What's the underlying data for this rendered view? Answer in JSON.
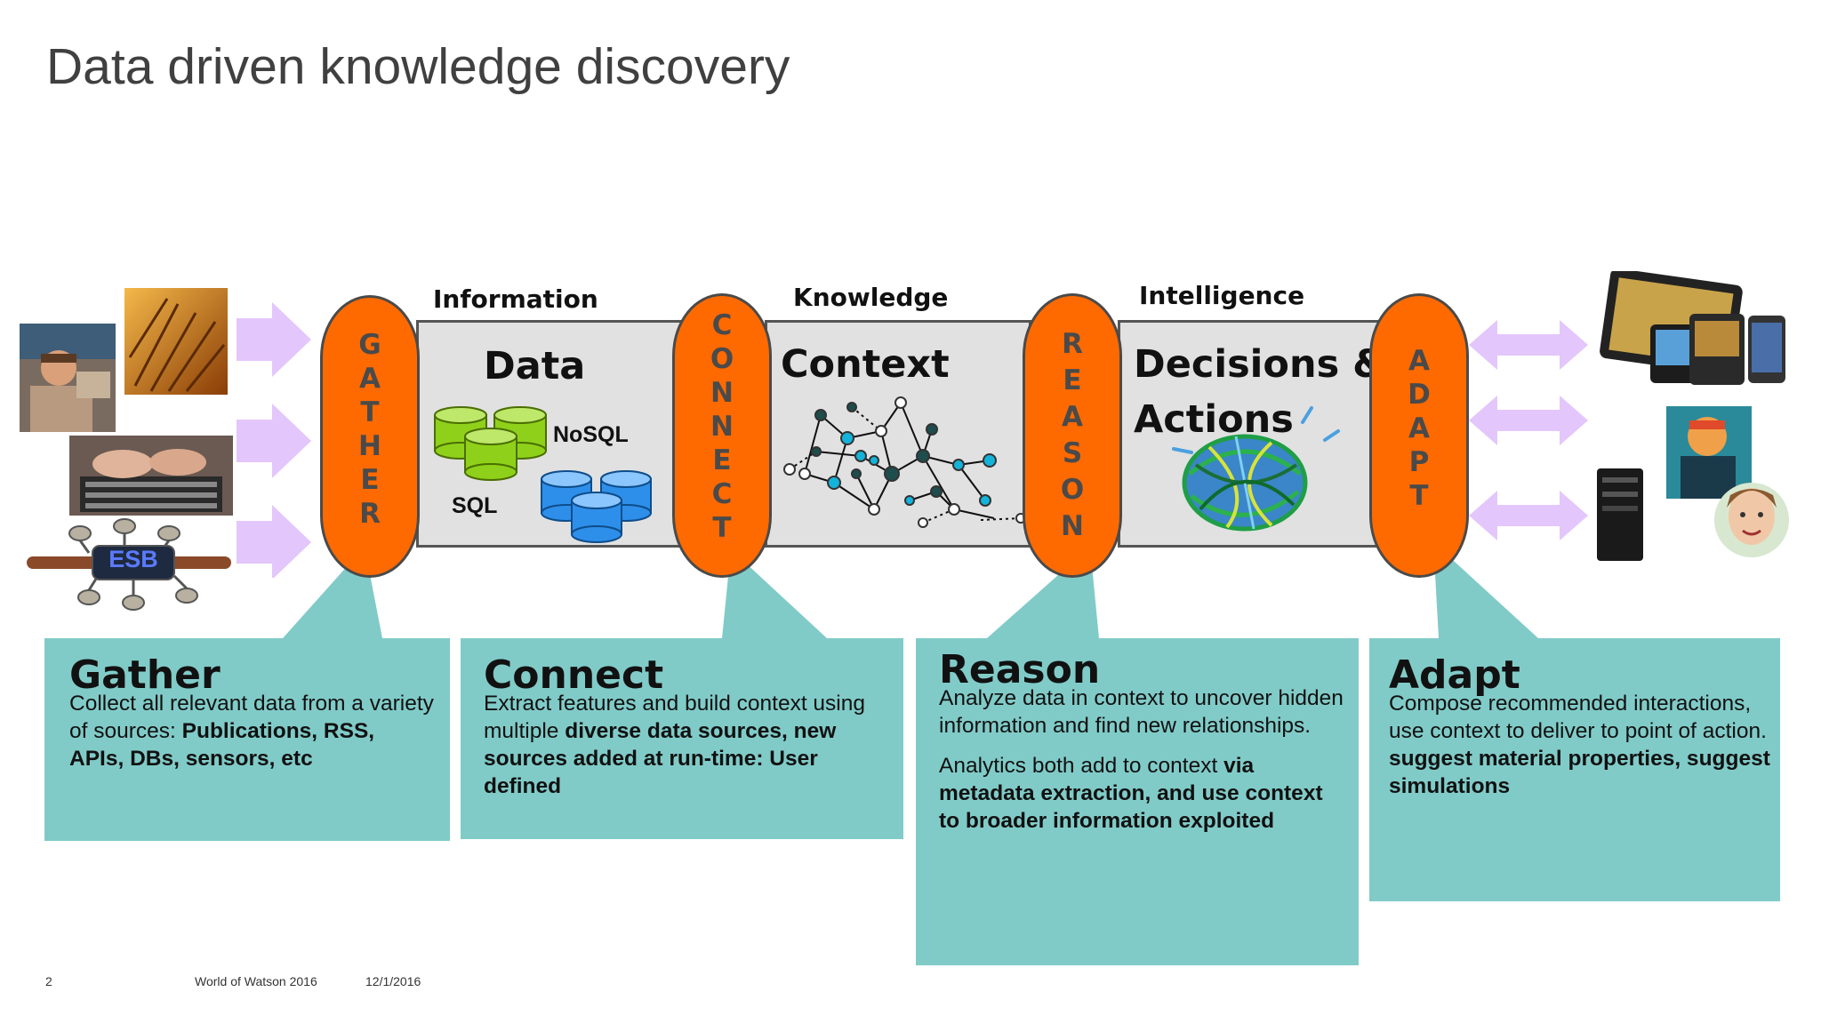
{
  "title": "Data driven knowledge discovery",
  "headers": {
    "information": "Information",
    "knowledge": "Knowledge",
    "intelligence": "Intelligence"
  },
  "panels": {
    "data": {
      "title": "Data",
      "nosql": "NoSQL",
      "sql": "SQL"
    },
    "context": {
      "title": "Context"
    },
    "decisions": {
      "line1": "Decisions &",
      "line2": "Actions"
    }
  },
  "esb_label": "ESB",
  "stages": {
    "gather": [
      "G",
      "A",
      "T",
      "H",
      "E",
      "R"
    ],
    "connect": [
      "C",
      "O",
      "N",
      "N",
      "E",
      "C",
      "T"
    ],
    "reason": [
      "R",
      "E",
      "A",
      "S",
      "O",
      "N"
    ],
    "adapt": [
      "A",
      "D",
      "A",
      "P",
      "T"
    ]
  },
  "callouts": {
    "gather": {
      "title": "Gather",
      "text1": "Collect all relevant data from a variety of sources: ",
      "bold1": "Publications, RSS, APIs, DBs, sensors, etc"
    },
    "connect": {
      "title": "Connect",
      "text1": "Extract features and build context using multiple ",
      "bold1": "diverse data sources, new sources added at run-time: User defined"
    },
    "reason": {
      "title": "Reason",
      "text1": "Analyze data in context to uncover hidden information and find new relationships.",
      "text2": "Analytics both add to context ",
      "bold2": "via metadata extraction, and use context to broader information exploited"
    },
    "adapt": {
      "title": "Adapt",
      "text1": "Compose recommended interactions, use context to deliver to point of action.",
      "bold1": "suggest material properties, suggest simulations"
    }
  },
  "footer": {
    "page": "2",
    "event": "World of Watson 2016",
    "date": "12/1/2016"
  },
  "colors": {
    "orange": "#ff6a00",
    "teal": "#80cbc8",
    "panel": "#e1e1e1",
    "lavender": "#e3c6fb",
    "green": "#8fd11a",
    "blue": "#2e8fea"
  }
}
